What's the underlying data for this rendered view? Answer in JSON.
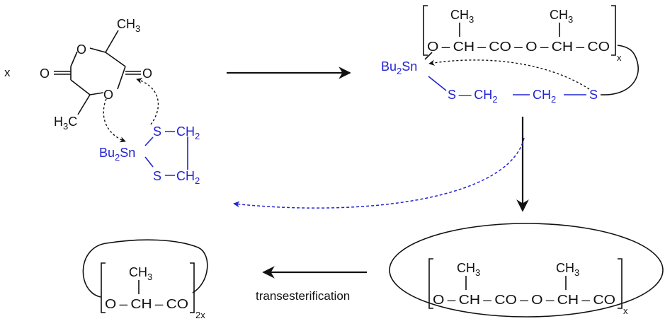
{
  "colors": {
    "text": "#111111",
    "catalyst": "#2323d6",
    "background": "#ffffff"
  },
  "labels": {
    "x": "x",
    "O": "O",
    "CH3": "CH",
    "H3C": "H",
    "C": "C",
    "sub3": "3",
    "sub2": "2",
    "Bu": "Bu",
    "Sn": "Sn",
    "S": "S",
    "CH2": "CH",
    "x_sub": "x",
    "two_x": "2x",
    "O_dash": "O – CH – CO – O – CH – CO",
    "single_unit": "O – CH – CO",
    "chain": "S — CH",
    "transesterification": "transesterification"
  }
}
